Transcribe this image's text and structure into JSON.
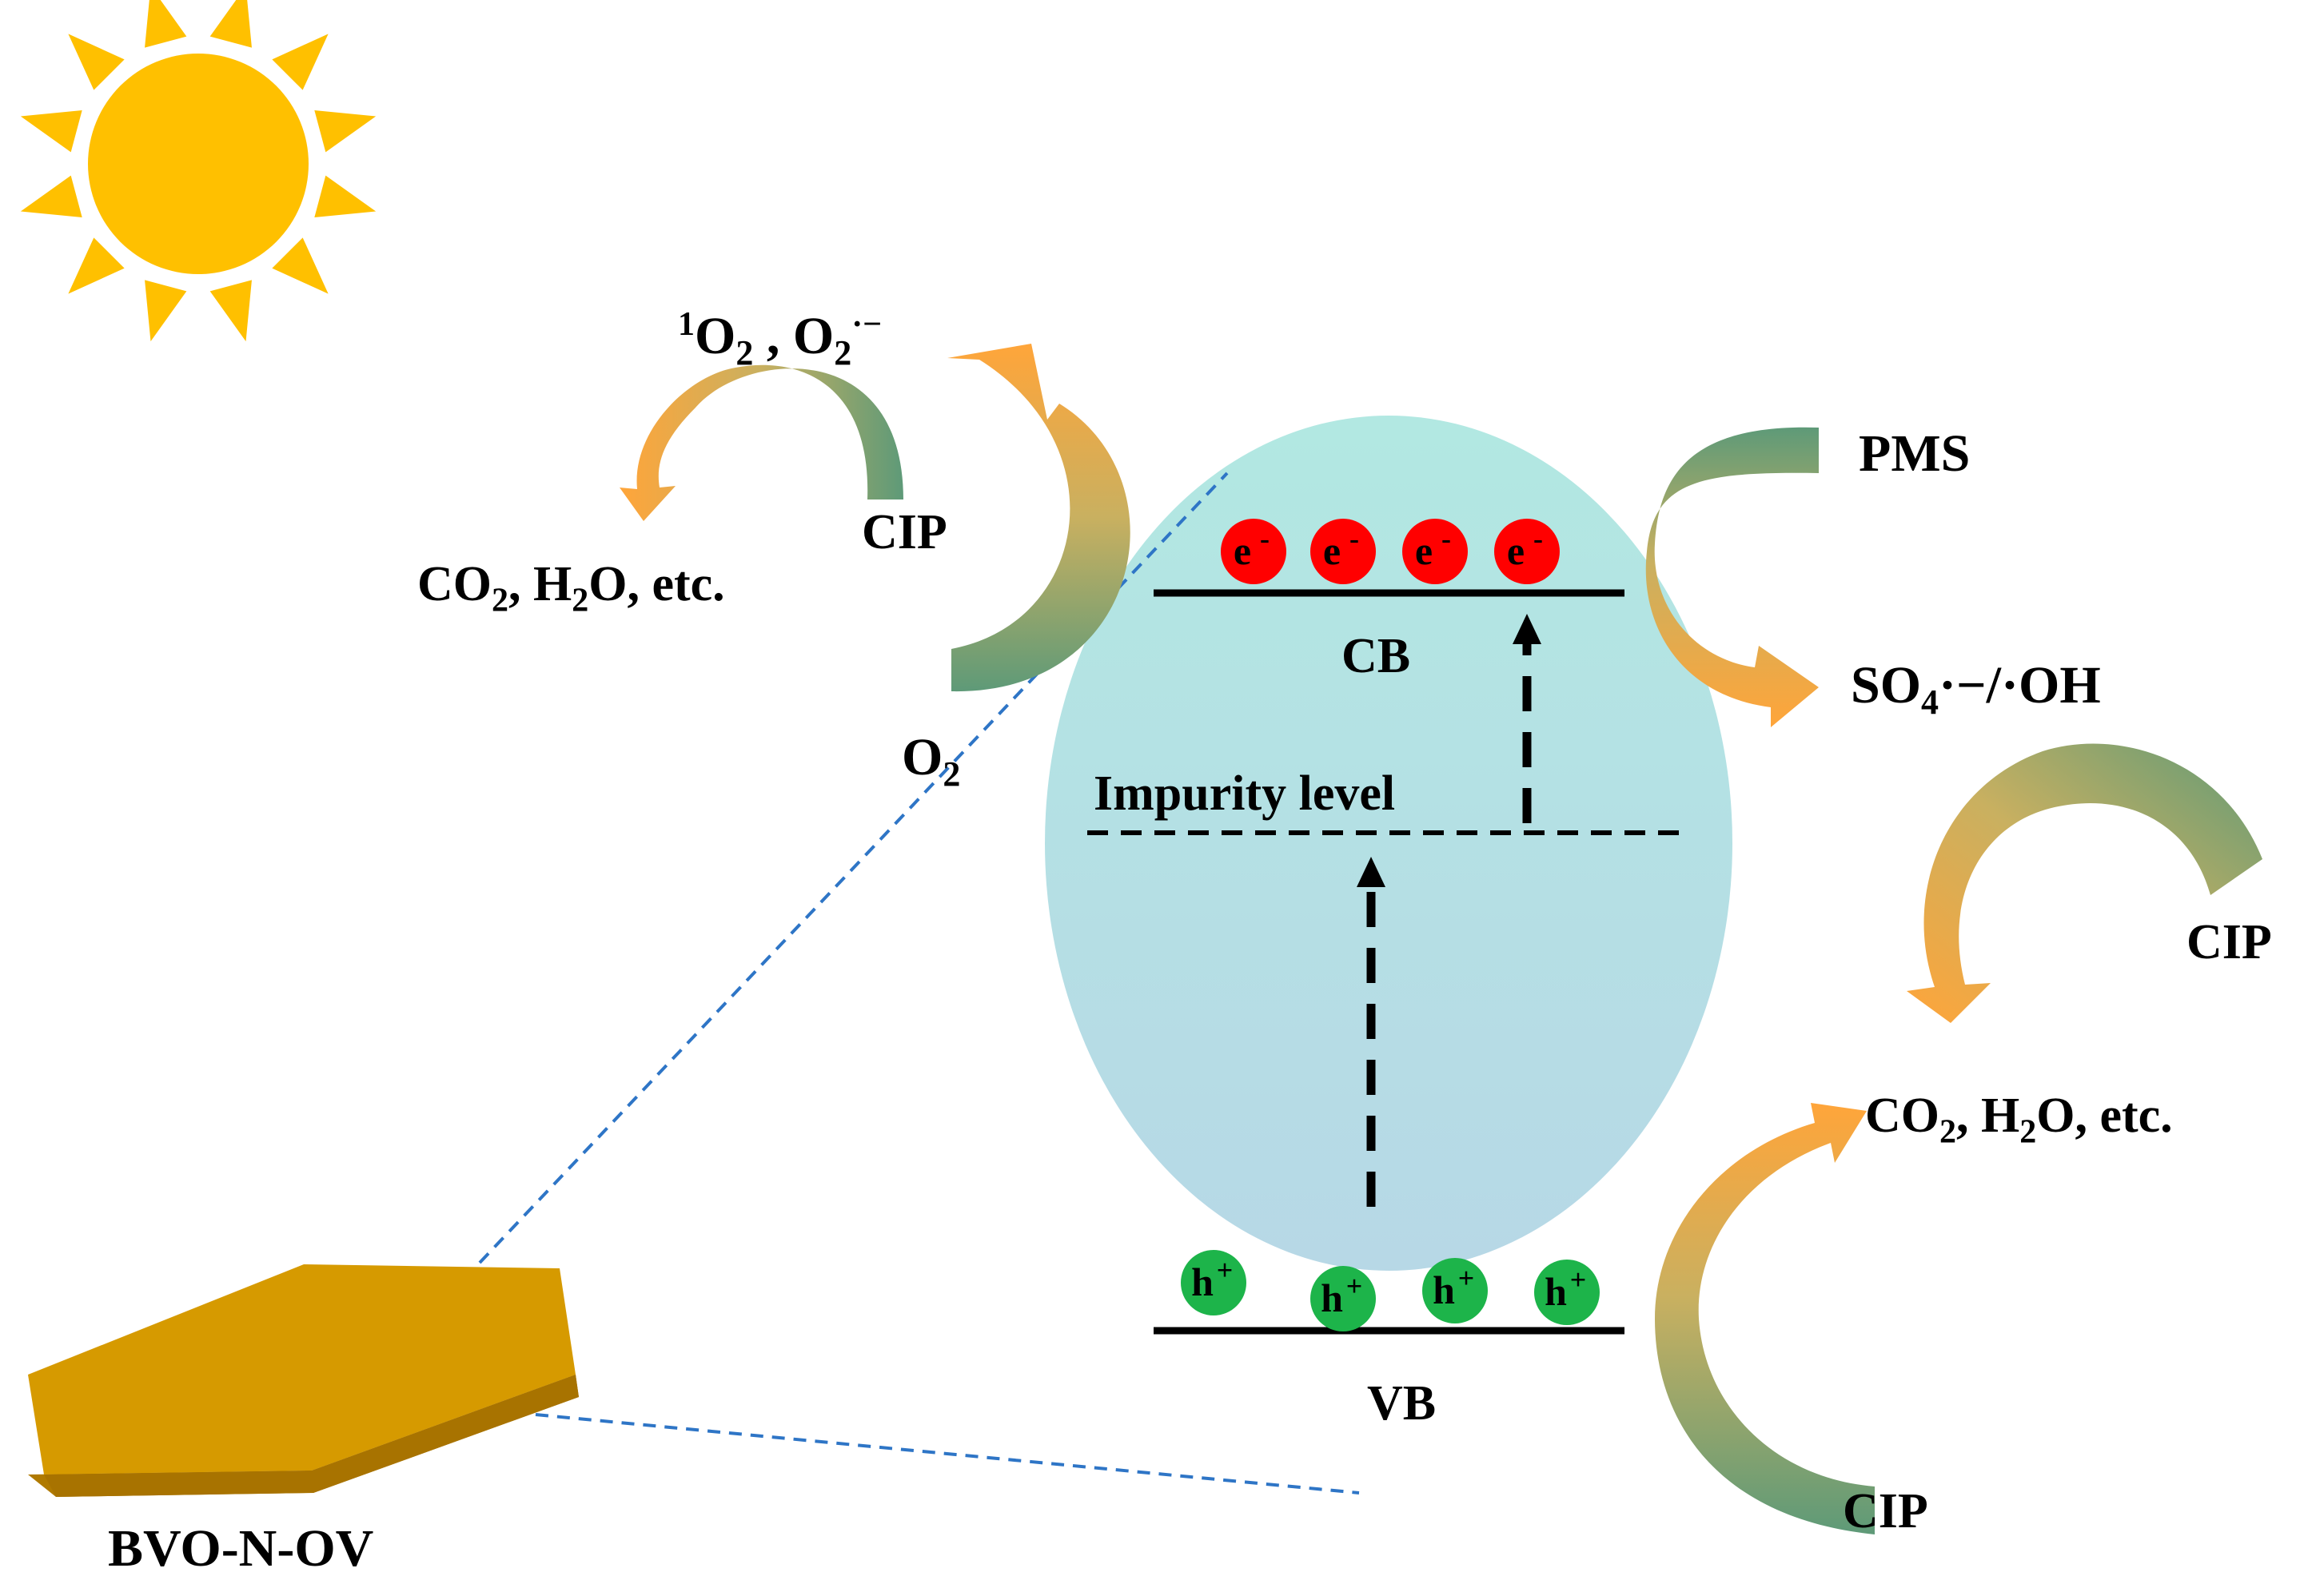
{
  "material_label": "BVO-N-OV",
  "bands": {
    "cb": "CB",
    "vb": "VB",
    "impurity": "Impurity level"
  },
  "carriers": {
    "electron": "e",
    "electron_charge": "-",
    "hole": "h",
    "hole_charge": "+"
  },
  "left_cycle": {
    "reactant": "O",
    "reactant_sub": "2",
    "products_html_parts": {
      "sup": "1",
      "o": "O",
      "sub": "2",
      "sep": " , O",
      "sub2": "2",
      "rad": "·−"
    },
    "pollutant": "CIP",
    "degradation": {
      "a": "CO",
      "a_sub": "2",
      "b": ", H",
      "b_sub": "2",
      "c": "O, etc."
    }
  },
  "right_cycle": {
    "oxidant": "PMS",
    "radicals": {
      "a": "SO",
      "a_sub": "4",
      "b": "·−/·OH"
    },
    "pollutant_upper": "CIP",
    "degradation": {
      "a": "CO",
      "a_sub": "2",
      "b": ", H",
      "b_sub": "2",
      "c": "O, etc."
    },
    "pollutant_lower": "CIP"
  },
  "colors": {
    "sun": "#FFC000",
    "ellipse_top": "#B2E8E2",
    "ellipse_bottom": "#B7D8E6",
    "electron": "#FF0000",
    "hole": "#1DB44A",
    "platelet": "#D69A00",
    "arrow_green": "#5E9A78",
    "arrow_orange": "#FFA53A",
    "dash_blue": "#2E75C6"
  }
}
